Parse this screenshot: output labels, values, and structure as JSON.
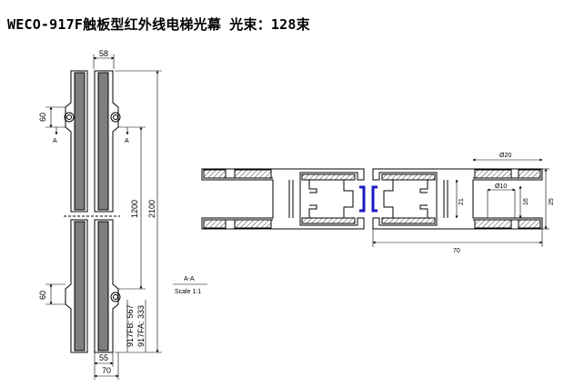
{
  "title": "WECO-917F触板型红外线电梯光幕 光束：128束",
  "left_view": {
    "dim_top_width": "58",
    "dim_upper_hole": "60",
    "dim_lower_hole": "60",
    "dim_section_length": "1200",
    "dim_total_length": "2100",
    "model_fb": "917FB: 567",
    "model_fa": "917FA: 333",
    "dim_bottom_inner": "55",
    "dim_bottom_outer": "70",
    "section_mark_left": "A",
    "section_mark_right": "A"
  },
  "section_label": {
    "name": "A-A",
    "scale": "Scale 1:1"
  },
  "cross_section": {
    "dim_outer_dia": "Ø20",
    "dim_inner_dia": "Ø10",
    "dim_21": "21",
    "dim_16": "16",
    "dim_25": "25",
    "dim_70": "70"
  },
  "colors": {
    "line": "#000000",
    "gray_fill": "#7f7f7f",
    "hatch": "#444444",
    "blue_channel": "#1c1cc0"
  }
}
